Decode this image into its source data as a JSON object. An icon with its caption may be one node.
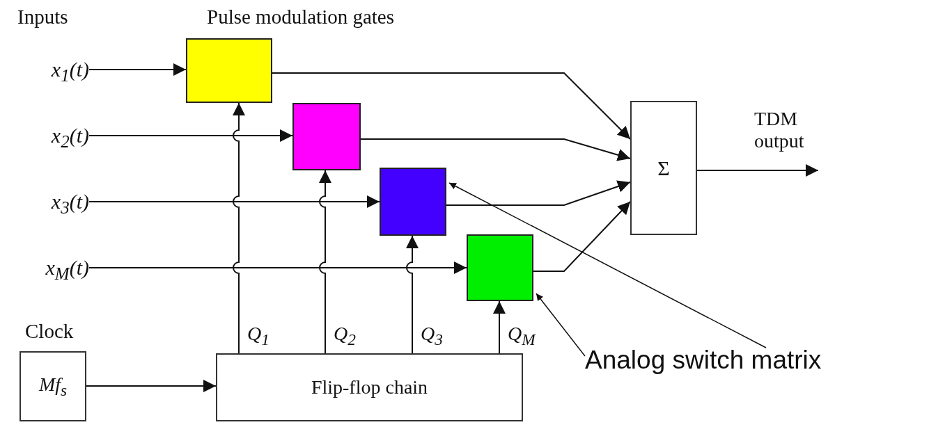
{
  "diagram": {
    "nodes": [
      {
        "text": [
          "x$_{1}$(t)"
        ]
      },
      {
        "text": [
          "x$_{2}$(t)"
        ]
      },
      {
        "text": [
          "x$_{3}$(t)"
        ]
      },
      {
        "text": [
          "x$_{M}$(t)"
        ]
      },
      {
        "text": [],
        "shape": "box"
      },
      {
        "text": [],
        "shape": "box"
      },
      {
        "text": [],
        "shape": "box"
      },
      {
        "text": [],
        "shape": "box"
      },
      {
        "text": [
          "Σ"
        ]
      },
      {
        "text": [
          "Clock",
          "Mf$_{s}$"
        ]
      },
      {
        "text": [
          "Flip-flop chain"
        ]
      },
      {
        "text": [
          "Analog switch matrix"
        ]
      }
    ],
    "edges": [
      {
        "from": 0,
        "to": 4,
        "arrow": "to"
      },
      {
        "from": 1,
        "to": 5,
        "arrow": "to"
      },
      {
        "from": 2,
        "to": 6,
        "arrow": "to"
      },
      {
        "from": 3,
        "to": 7,
        "arrow": "to"
      },
      {
        "from": 4,
        "to": 8,
        "arrow": "to"
      },
      {
        "from": 5,
        "to": 8,
        "arrow": "to"
      },
      {
        "from": 6,
        "to": 8,
        "arrow": "to"
      },
      {
        "from": 7,
        "to": 8,
        "arrow": "to"
      },
      {
        "from": 8,
        "to": null,
        "arrow": "to",
        "label": "TDM output"
      },
      {
        "from": 9,
        "to": 10,
        "arrow": "to"
      },
      {
        "from": 10,
        "to": 4,
        "arrow": "to",
        "label": "Q$_{1}$"
      },
      {
        "from": 10,
        "to": 5,
        "arrow": "to",
        "label": "Q$_{2}$"
      },
      {
        "from": 10,
        "to": 6,
        "arrow": "to",
        "label": "Q$_{3}$"
      },
      {
        "from": 10,
        "to": 7,
        "arrow": "to",
        "label": "Q$_{M}$"
      },
      {
        "from": 11,
        "to": 6,
        "arrow": "to"
      },
      {
        "from": 11,
        "to": 7,
        "arrow": "to"
      }
    ],
    "labels": [
      "Inputs",
      "Pulse modulation gates"
    ]
  }
}
